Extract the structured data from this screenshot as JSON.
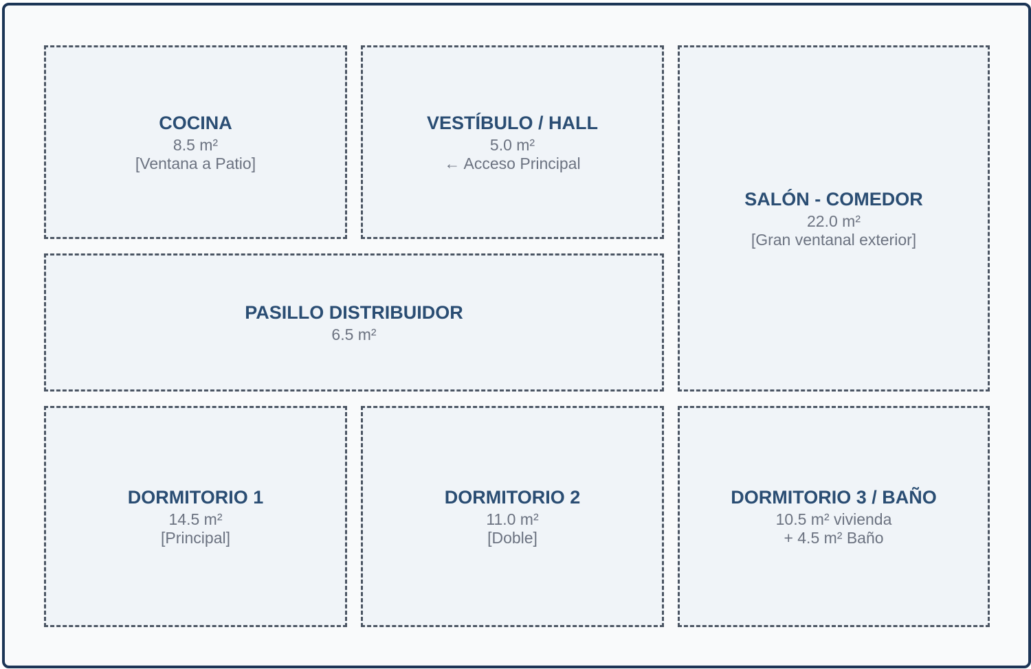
{
  "rooms": {
    "cocina": {
      "name": "COCINA",
      "line1": "8.5 m²",
      "line2": "[Ventana a Patio]"
    },
    "vestibulo": {
      "name": "VESTÍBULO / HALL",
      "line1": "5.0 m²",
      "line2": "← Acceso Principal"
    },
    "salon": {
      "name": "SALÓN - COMEDOR",
      "line1": "22.0 m²",
      "line2": "[Gran ventanal exterior]"
    },
    "pasillo": {
      "name": "PASILLO DISTRIBUIDOR",
      "line1": "6.5 m²"
    },
    "dormitorio1": {
      "name": "DORMITORIO 1",
      "line1": "14.5 m²",
      "line2": "[Principal]"
    },
    "dormitorio2": {
      "name": "DORMITORIO 2",
      "line1": "11.0 m²",
      "line2": "[Doble]"
    },
    "dormitorio3": {
      "name": "DORMITORIO 3 / BAÑO",
      "line1": "10.5 m² vivienda",
      "line2": "+ 4.5 m² Baño"
    }
  },
  "colors": {
    "outer_border": "#1c3556",
    "room_title": "#2a4d73",
    "room_text": "#6b7280",
    "room_border": "#4b5563",
    "room_fill": "#f0f4f8"
  }
}
